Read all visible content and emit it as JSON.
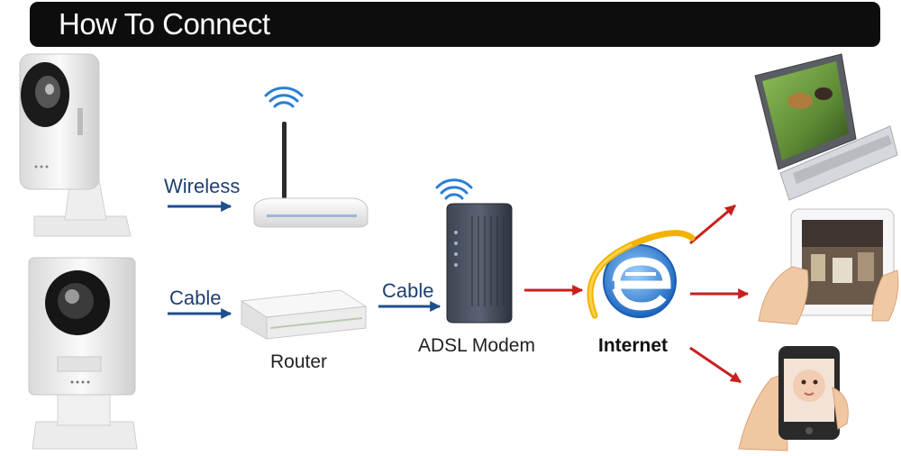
{
  "header": {
    "title": "How To Connect"
  },
  "links": {
    "wireless": "Wireless",
    "cable_camera": "Cable",
    "cable_router": "Cable"
  },
  "devices": {
    "router": "Router",
    "modem": "ADSL Modem",
    "internet": "Internet"
  },
  "colors": {
    "header_bg": "#0d0d0d",
    "arrow_blue": "#1f4e8c",
    "arrow_red": "#c8201e",
    "ie_blue": "#2a7fd4",
    "ie_gold": "#f2b203"
  },
  "icons": {
    "camera_top": "ip-camera-icon",
    "camera_bottom": "ip-camera-icon",
    "wireless_router": "wireless-router-icon",
    "router": "router-icon",
    "modem": "adsl-modem-icon",
    "internet": "internet-explorer-icon",
    "laptop": "laptop-icon",
    "tablet": "tablet-icon",
    "phone": "smartphone-icon"
  }
}
